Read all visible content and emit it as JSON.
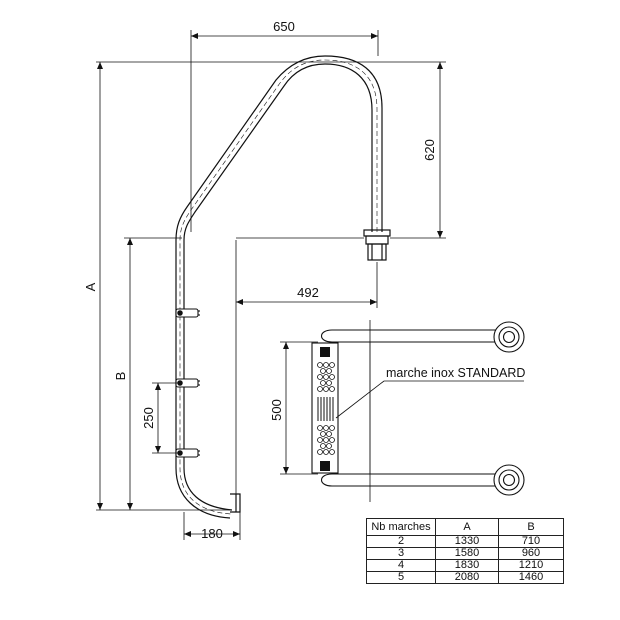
{
  "dimensions": {
    "top_width": "650",
    "handrail_height": "620",
    "reach": "492",
    "total_height": "A",
    "lower_height": "B",
    "step_spacing": "250",
    "base_width": "180",
    "step_width": "500"
  },
  "labels": {
    "step_callout": "marche inox STANDARD"
  },
  "table": {
    "headers": [
      "Nb marches",
      "A",
      "B"
    ],
    "rows": [
      [
        "2",
        "1330",
        "710"
      ],
      [
        "3",
        "1580",
        "960"
      ],
      [
        "4",
        "1830",
        "1210"
      ],
      [
        "5",
        "2080",
        "1460"
      ]
    ]
  }
}
